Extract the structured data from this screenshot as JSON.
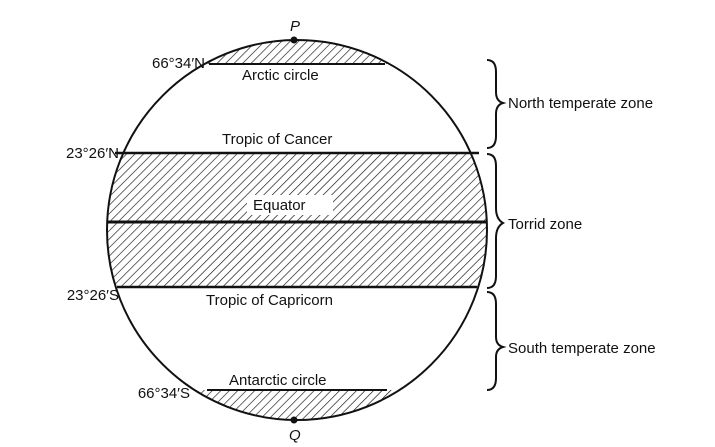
{
  "poles": {
    "north": "P",
    "south": "Q"
  },
  "latitudes": {
    "arctic": "66°34′N",
    "cancer": "23°26′N",
    "capricorn": "23°26′S",
    "antarctic": "66°34′S"
  },
  "circles": {
    "arctic": "Arctic circle",
    "cancer": "Tropic of Cancer",
    "equator": "Equator",
    "capricorn": "Tropic of Capricorn",
    "antarctic": "Antarctic circle"
  },
  "zones": {
    "north_temperate": "North temperate zone",
    "torrid": "Torrid zone",
    "south_temperate": "South temperate zone"
  },
  "colors": {
    "ink": "#111111",
    "background": "#ffffff"
  }
}
